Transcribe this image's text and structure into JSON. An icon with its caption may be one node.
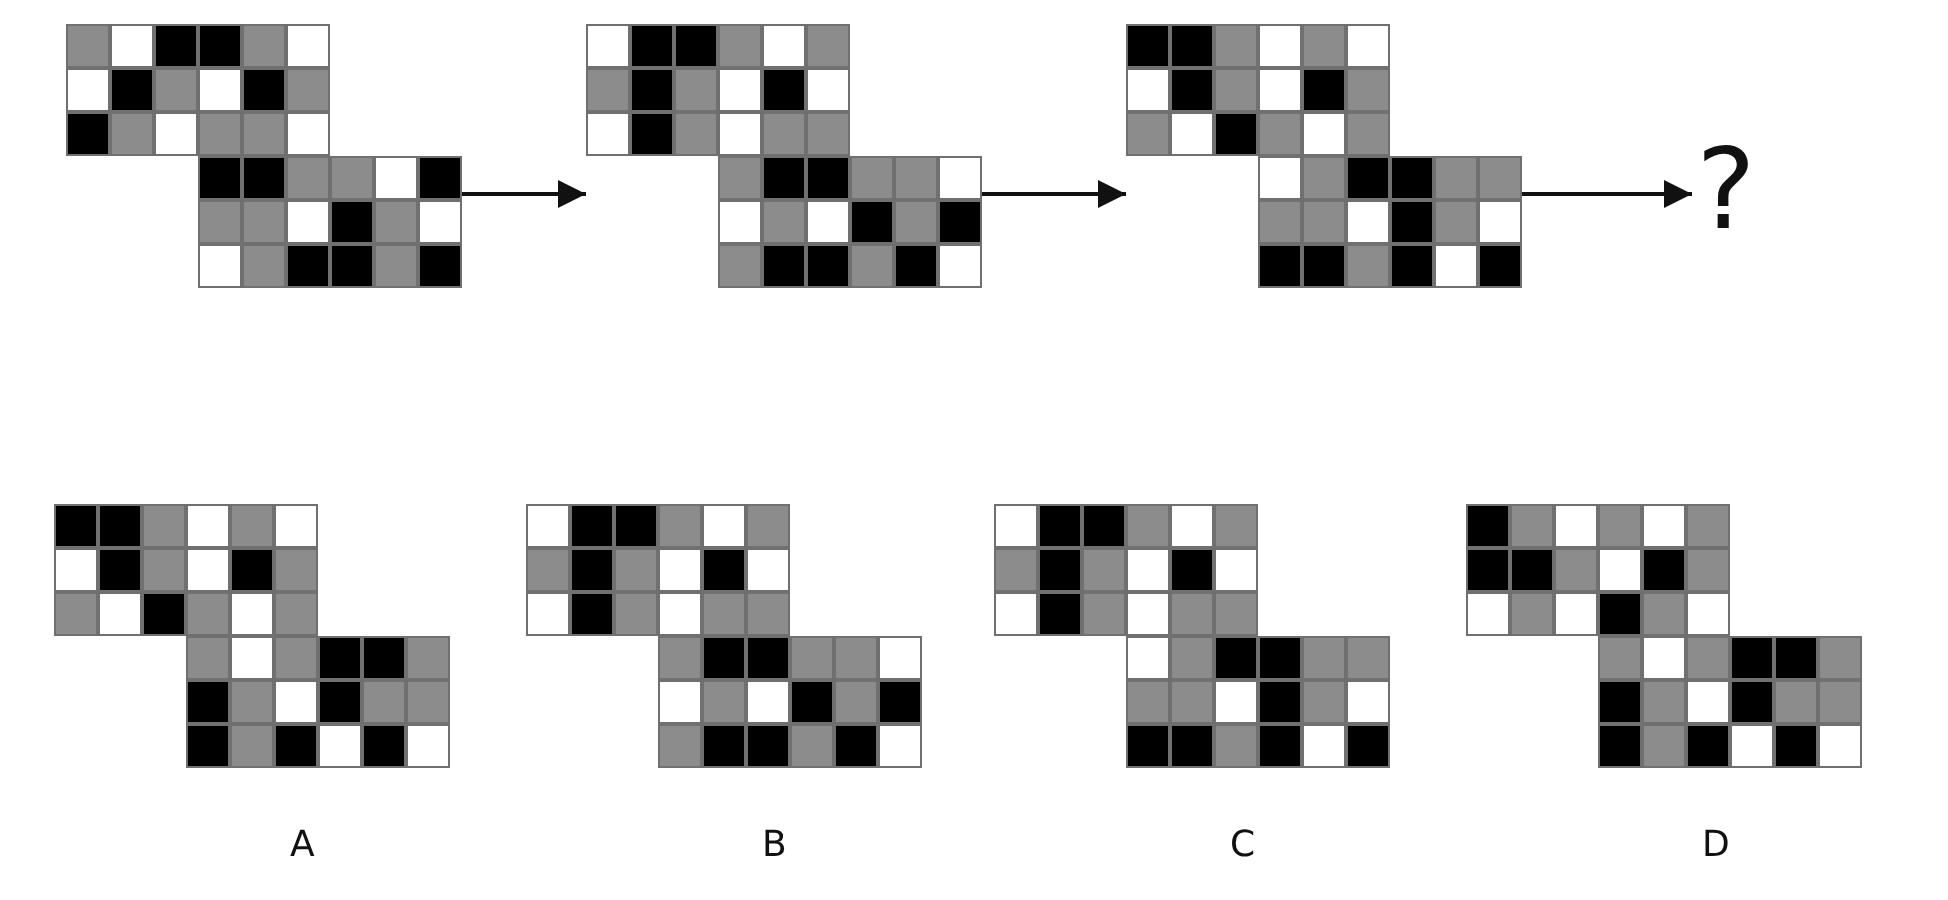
{
  "diagram": {
    "nodes": [
      {
        "text": [],
        "shape": "picture"
      },
      {
        "text": [],
        "shape": "picture"
      },
      {
        "text": [],
        "shape": "picture"
      },
      {
        "text": [
          "?"
        ]
      },
      {
        "text": [],
        "shape": "picture",
        "beside": [
          "A"
        ]
      },
      {
        "text": [],
        "shape": "picture",
        "beside": [
          "B"
        ]
      },
      {
        "text": [],
        "shape": "picture",
        "beside": [
          "C"
        ]
      },
      {
        "text": [],
        "shape": "picture",
        "beside": [
          "D"
        ]
      }
    ],
    "edges": [
      {
        "from": 0,
        "to": 1,
        "arrow": "to"
      },
      {
        "from": 1,
        "to": 2,
        "arrow": "to"
      },
      {
        "from": 2,
        "to": 3,
        "arrow": "to"
      }
    ]
  }
}
